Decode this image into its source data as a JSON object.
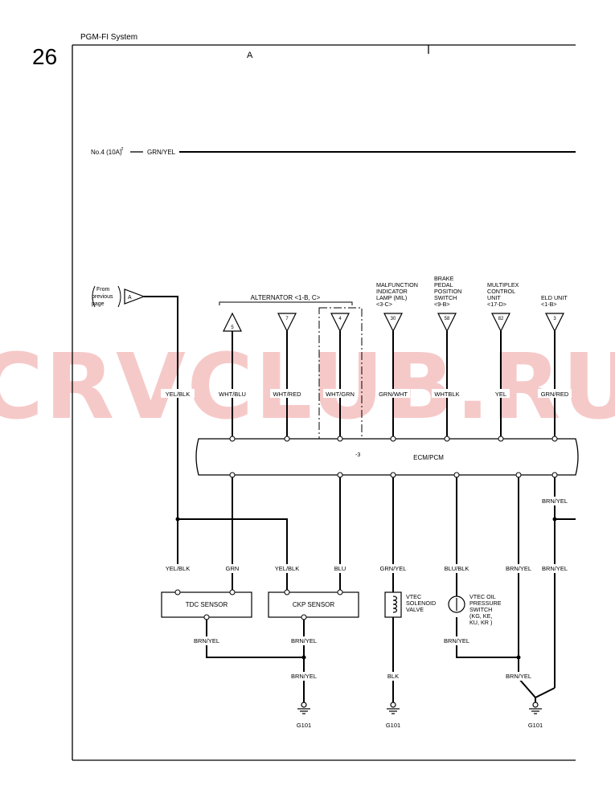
{
  "page": {
    "number": "26",
    "title": "PGM-FI System",
    "section_mark": "A"
  },
  "watermark": {
    "text": "CRVCLUB.RU",
    "color": "#f6c9c9"
  },
  "power": {
    "fuse": "No.4 (10A)",
    "fuse_sup": "-2",
    "wire": "GRN/YEL"
  },
  "connector_in": {
    "note_l1": "From",
    "note_l2": "previous",
    "note_l3": "page",
    "label": "A"
  },
  "alternator": {
    "title": "ALTERNATOR <1-B, C>"
  },
  "pins_top": [
    "5",
    "7",
    "4",
    "30",
    "58",
    "82",
    "3"
  ],
  "components_top": {
    "mil_l1": "MALFUNCTION",
    "mil_l2": "INDICATOR",
    "mil_l3": "LAMP (MIL)",
    "mil_l4": "<3-C>",
    "bps_l1": "BRAKE",
    "bps_l2": "PEDAL",
    "bps_l3": "POSITION",
    "bps_l4": "SWITCH",
    "bps_l5": "<9-B>",
    "mcu_l1": "MULTIPLEX",
    "mcu_l2": "CONTROL",
    "mcu_l3": "UNIT",
    "mcu_l4": "<17-D>",
    "eld_l1": "ELD UNIT",
    "eld_l2": "<1-B>"
  },
  "wires_top": [
    "YEL/BLK",
    "WHT/BLU",
    "WHT/RED",
    "WHT/GRN",
    "GRN/WHT",
    "WHTBLK",
    "YEL",
    "GRN/RED"
  ],
  "ecm": {
    "label": "ECM/PCM",
    "note": "-3"
  },
  "wires_bottom": {
    "yelblk_1": "YEL/BLK",
    "grn": "GRN",
    "yelblk_2": "YEL/BLK",
    "blu": "BLU",
    "grnyel": "GRN/YEL",
    "blublk": "BLU/BLK",
    "brnyel_1": "BRN/YEL",
    "brnyel_2": "BRN/YEL",
    "brnyel_top": "BRN/YEL",
    "tdc_out": "BRN/YEL",
    "ckp_out": "BRN/YEL",
    "joint": "BRN/YEL",
    "blk": "BLK",
    "vtec_out": "BRN/YEL",
    "right_join": "BRN/YEL"
  },
  "components_bottom": {
    "tdc": "TDC SENSOR",
    "ckp": "CKP SENSOR",
    "vtec_sol_l1": "VTEC",
    "vtec_sol_l2": "SOLENOID",
    "vtec_sol_l3": "VALVE",
    "vtec_ps_l1": "VTEC OIL",
    "vtec_ps_l2": "PRESSURE",
    "vtec_ps_l3": "SWITCH",
    "vtec_ps_l4": "(KG, KE,",
    "vtec_ps_l5": "KU, KR )"
  },
  "grounds": [
    "G101",
    "G101",
    "G101"
  ]
}
